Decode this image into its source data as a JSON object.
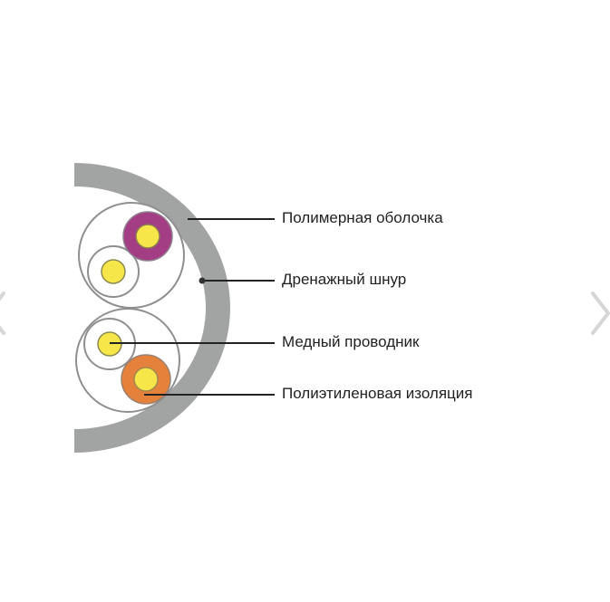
{
  "diagram": {
    "title": "",
    "labels": [
      {
        "id": "sheath",
        "text": "Полимерная оболочка"
      },
      {
        "id": "drain",
        "text": "Дренажный шнур"
      },
      {
        "id": "conductor",
        "text": "Медный проводник"
      },
      {
        "id": "insulation",
        "text": "Полиэтиленовая изоляция"
      }
    ],
    "colors": {
      "sheath": "#a2a3a3",
      "conductor": "#f7e64a",
      "conductor_border": "#8a8a50",
      "pair_outline": "#8f8f8f",
      "insulation_purple": "#a33e84",
      "insulation_orange": "#e5813a",
      "leader": "#222222"
    }
  },
  "navigation": {
    "prev_icon": "chevron-left-icon",
    "next_icon": "chevron-right-icon"
  }
}
